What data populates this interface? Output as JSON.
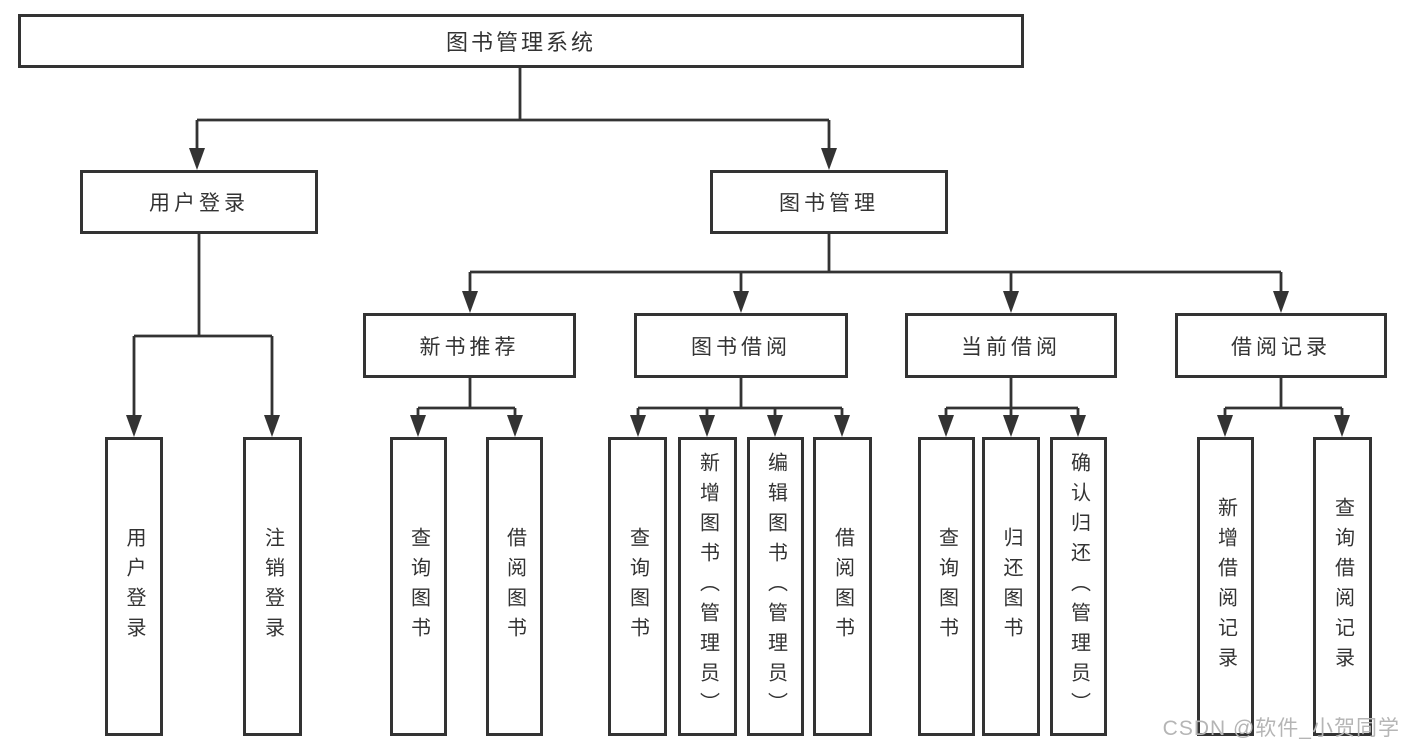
{
  "root": {
    "label": "图书管理系统"
  },
  "branches": [
    {
      "label": "用户登录",
      "children": [
        {
          "label": "用户登录"
        },
        {
          "label": "注销登录"
        }
      ]
    },
    {
      "label": "图书管理",
      "children": [
        {
          "label": "新书推荐",
          "children": [
            {
              "label": "查询图书"
            },
            {
              "label": "借阅图书"
            }
          ]
        },
        {
          "label": "图书借阅",
          "children": [
            {
              "label": "查询图书"
            },
            {
              "label": "新增图书（管理员）"
            },
            {
              "label": "编辑图书（管理员）"
            },
            {
              "label": "借阅图书"
            }
          ]
        },
        {
          "label": "当前借阅",
          "children": [
            {
              "label": "查询图书"
            },
            {
              "label": "归还图书"
            },
            {
              "label": "确认归还（管理员）"
            }
          ]
        },
        {
          "label": "借阅记录",
          "children": [
            {
              "label": "新增借阅记录"
            },
            {
              "label": "查询借阅记录"
            }
          ]
        }
      ]
    }
  ],
  "watermark": {
    "text": "CSDN @软件_小贺同学"
  },
  "colors": {
    "line": "#333333",
    "box_fill": "#ffffff",
    "text": "#333333",
    "watermark": "#b5b5b5",
    "background": "#ffffff"
  }
}
